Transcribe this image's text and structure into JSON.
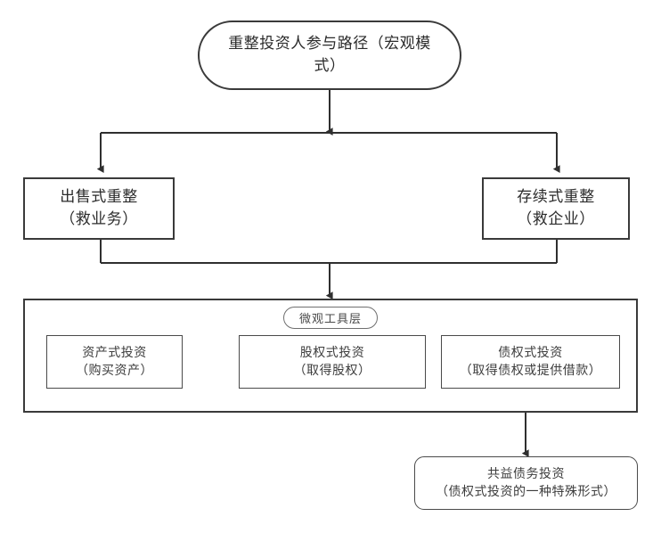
{
  "diagram": {
    "title": "重整投资人参与路径（宏观模式）",
    "root": {
      "label": "重整投资人参与路径（宏观模\n式）"
    },
    "level2": [
      {
        "id": "sale-type",
        "label": "出售式重整\n（救业务）"
      },
      {
        "id": "going-concern-type",
        "label": "存续式重整\n（救企业）"
      }
    ],
    "layer": {
      "pill_label": "微观工具层"
    },
    "tools": [
      {
        "id": "asset-investment",
        "label": "资产式投资\n（购买资产）"
      },
      {
        "id": "equity-investment",
        "label": "股权式投资\n（取得股权）"
      },
      {
        "id": "debt-investment",
        "label": "债权式投资\n（取得债权或提供借款）"
      }
    ],
    "bottom": {
      "id": "common-benefit-debt-investment",
      "label": "共益债务投资\n（债权式投资的一种特殊形式）"
    },
    "colors": {
      "stroke_dark": "#3a3a3a",
      "stroke_mid": "#4a4a4a",
      "stroke_light": "#6f6f6f",
      "background": "#ffffff",
      "text": "#2b2b2b"
    }
  }
}
